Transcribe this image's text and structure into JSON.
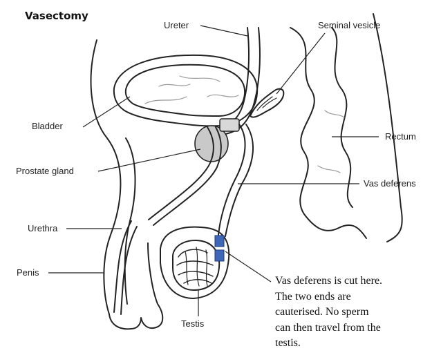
{
  "title": "Vasectomy",
  "labels": {
    "ureter": "Ureter",
    "seminal_vesicle": "Seminal vesicle",
    "bladder": "Bladder",
    "rectum": "Rectum",
    "prostate_gland": "Prostate gland",
    "vas_deferens": "Vas deferens",
    "urethra": "Urethra",
    "penis": "Penis",
    "testis": "Testis"
  },
  "note": {
    "lines": [
      "Vas deferens is cut here.",
      "The two ends are",
      "cauterised.  No sperm",
      "can then travel from the",
      "testis."
    ]
  },
  "colors": {
    "cut_marker": "#3f67b6",
    "prostate": "#c9c9c9",
    "outline": "#222222"
  }
}
